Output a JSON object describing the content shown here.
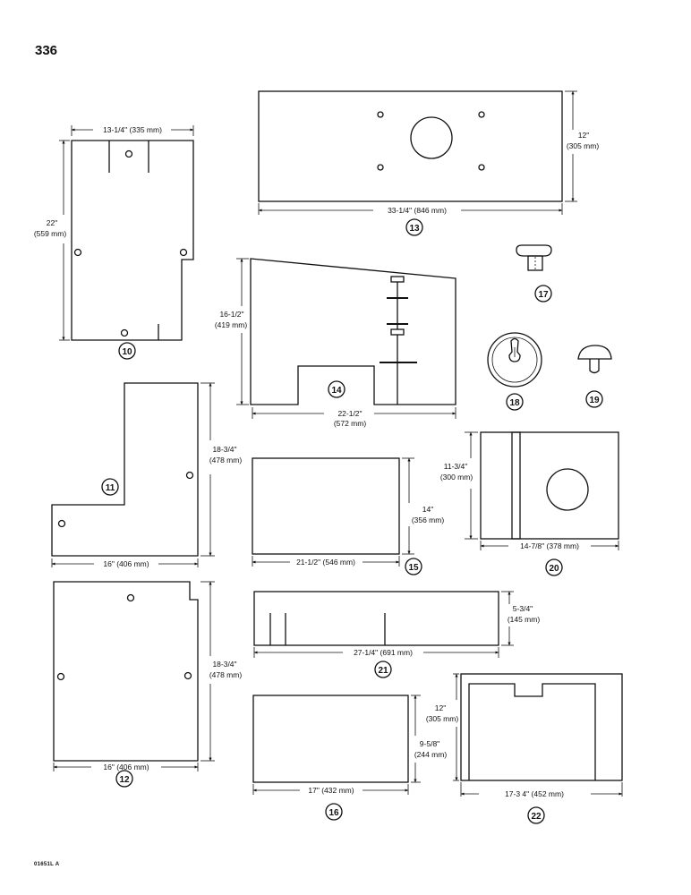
{
  "page_number": "336",
  "footer_code": "01651L A",
  "parts": [
    {
      "number": "10",
      "width_label": "13-1/4\" (335 mm)",
      "height_label": "22\"",
      "height_label_2": "(559 mm)"
    },
    {
      "number": "11",
      "width_label": "16\" (406 mm)",
      "height_label": "18-3/4\"",
      "height_label_2": "(478 mm)"
    },
    {
      "number": "12",
      "width_label": "16\" (406 mm)",
      "height_label": "18-3/4\"",
      "height_label_2": "(478 mm)"
    },
    {
      "number": "13",
      "width_label": "33-1/4\" (846 mm)",
      "height_label": "12\"",
      "height_label_2": "(305 mm)"
    },
    {
      "number": "14",
      "width_label": "22-1/2\"",
      "width_label_2": "(572 mm)",
      "height_label": "16-1/2\"",
      "height_label_2": "(419 mm)"
    },
    {
      "number": "15",
      "width_label": "21-1/2\" (546 mm)",
      "height_label": "14\"",
      "height_label_2": "(356 mm)"
    },
    {
      "number": "16",
      "width_label": "17\" (432 mm)",
      "height_label": "9-5/8\"",
      "height_label_2": "(244 mm)"
    },
    {
      "number": "17"
    },
    {
      "number": "18"
    },
    {
      "number": "19"
    },
    {
      "number": "20",
      "width_label": "14-7/8\" (378 mm)",
      "height_label": "11-3/4\"",
      "height_label_2": "(300 mm)"
    },
    {
      "number": "21",
      "width_label": "27-1/4\" (691 mm)",
      "height_label": "5-3/4\"",
      "height_label_2": "(145 mm)"
    },
    {
      "number": "22",
      "width_label": "17-3 4\" (452 mm)",
      "height_label": "12\"",
      "height_label_2": "(305 mm)"
    }
  ]
}
